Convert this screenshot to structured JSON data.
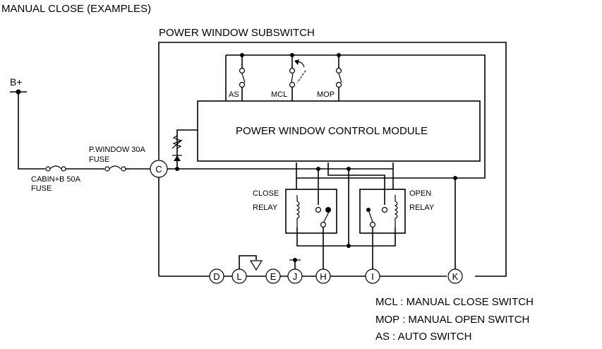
{
  "title": "MANUAL CLOSE (EXAMPLES)",
  "subswitch_label": "POWER WINDOW SUBSWITCH",
  "module_label": "POWER WINDOW CONTROL MODULE",
  "battery_label": "B+",
  "fuses": {
    "cabin_line1": "CABIN+B 50A",
    "cabin_line2": "FUSE",
    "window_line1": "P.WINDOW 30A",
    "window_line2": "FUSE"
  },
  "switches": {
    "as": "AS",
    "mcl": "MCL",
    "mop": "MOP"
  },
  "relays": {
    "close_line1": "CLOSE",
    "close_line2": "RELAY",
    "open_line1": "OPEN",
    "open_line2": "RELAY"
  },
  "terminals": {
    "c": "C",
    "d": "D",
    "l": "L",
    "e": "E",
    "j": "J",
    "h": "H",
    "i": "I",
    "k": "K"
  },
  "legend": {
    "mcl": "MCL : MANUAL CLOSE SWITCH",
    "mop": "MOP : MANUAL OPEN SWITCH",
    "as": "AS : AUTO SWITCH"
  }
}
